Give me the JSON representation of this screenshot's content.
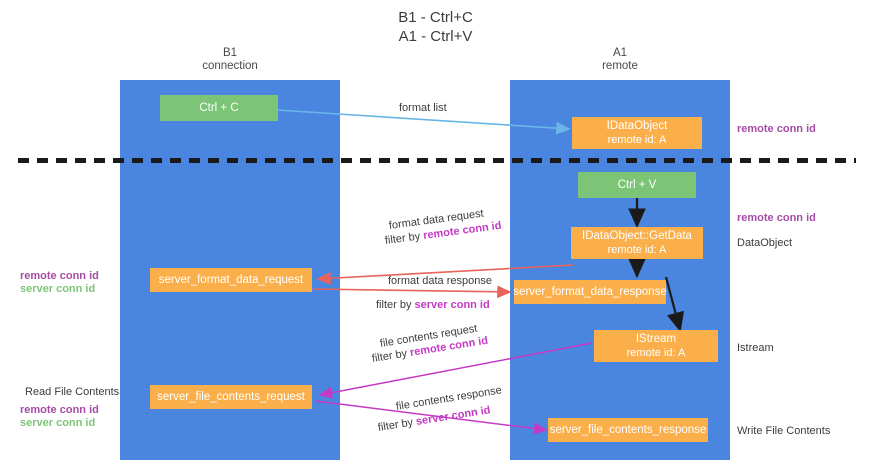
{
  "title": {
    "line1": "B1 - Ctrl+C",
    "line2": "A1 - Ctrl+V"
  },
  "lanes": [
    {
      "id": "b1",
      "name": "B1",
      "role": "connection"
    },
    {
      "id": "a1",
      "name": "A1",
      "role": "remote"
    }
  ],
  "nodes": {
    "ctrl_c": {
      "label": "Ctrl + C"
    },
    "idataobject": {
      "line1": "IDataObject",
      "line2": "remote id: A"
    },
    "ctrl_v": {
      "label": "Ctrl + V"
    },
    "idataobject_getdata": {
      "line1": "IDataObject::GetData",
      "line2": "remote id: A"
    },
    "server_format_data_request": {
      "label": "server_format_data_request"
    },
    "server_format_data_response": {
      "label": "server_format_data_response"
    },
    "istream": {
      "line1": "IStream",
      "line2": "remote id: A"
    },
    "server_file_contents_request": {
      "label": "server_file_contents_request"
    },
    "server_file_contents_response": {
      "label": "server_file_contents_response"
    }
  },
  "edge_labels": {
    "format_list": "format list",
    "format_data_request": "format data request",
    "format_data_request_filter_prefix": "filter by ",
    "format_data_request_filter_key": "remote conn id",
    "format_data_response": "format data response",
    "format_data_response_filter_prefix": "filter by ",
    "format_data_response_filter_key": "server conn id",
    "file_contents_request": "file contents request",
    "file_contents_request_filter_prefix": "filter by ",
    "file_contents_request_filter_key": "remote conn id",
    "file_contents_response": "file contents response",
    "file_contents_response_filter_prefix": "filter by ",
    "file_contents_response_filter_key": "server conn id"
  },
  "annotations": {
    "right_remote_conn_id_top": "remote conn id",
    "right_remote_conn_id_mid": "remote conn id",
    "right_dataobject": "DataObject",
    "right_istream": "Istream",
    "right_write_file_contents": "Write File Contents",
    "left_remote_conn_id": "remote conn id",
    "left_server_conn_id": "server conn id",
    "left_read_file_contents": "Read File Contents",
    "left_remote_conn_id_2": "remote conn id",
    "left_server_conn_id_2": "server conn id"
  },
  "colors": {
    "lane": "#4a86e0",
    "green_node": "#7cc576",
    "orange_node": "#fbaf4b",
    "arrow_blue": "#6ab6e8",
    "arrow_red": "#e8635a",
    "arrow_magenta": "#c43ac4",
    "arrow_black": "#1a1a1a",
    "purple_text": "#a64ca6",
    "green_text": "#7cc576"
  }
}
